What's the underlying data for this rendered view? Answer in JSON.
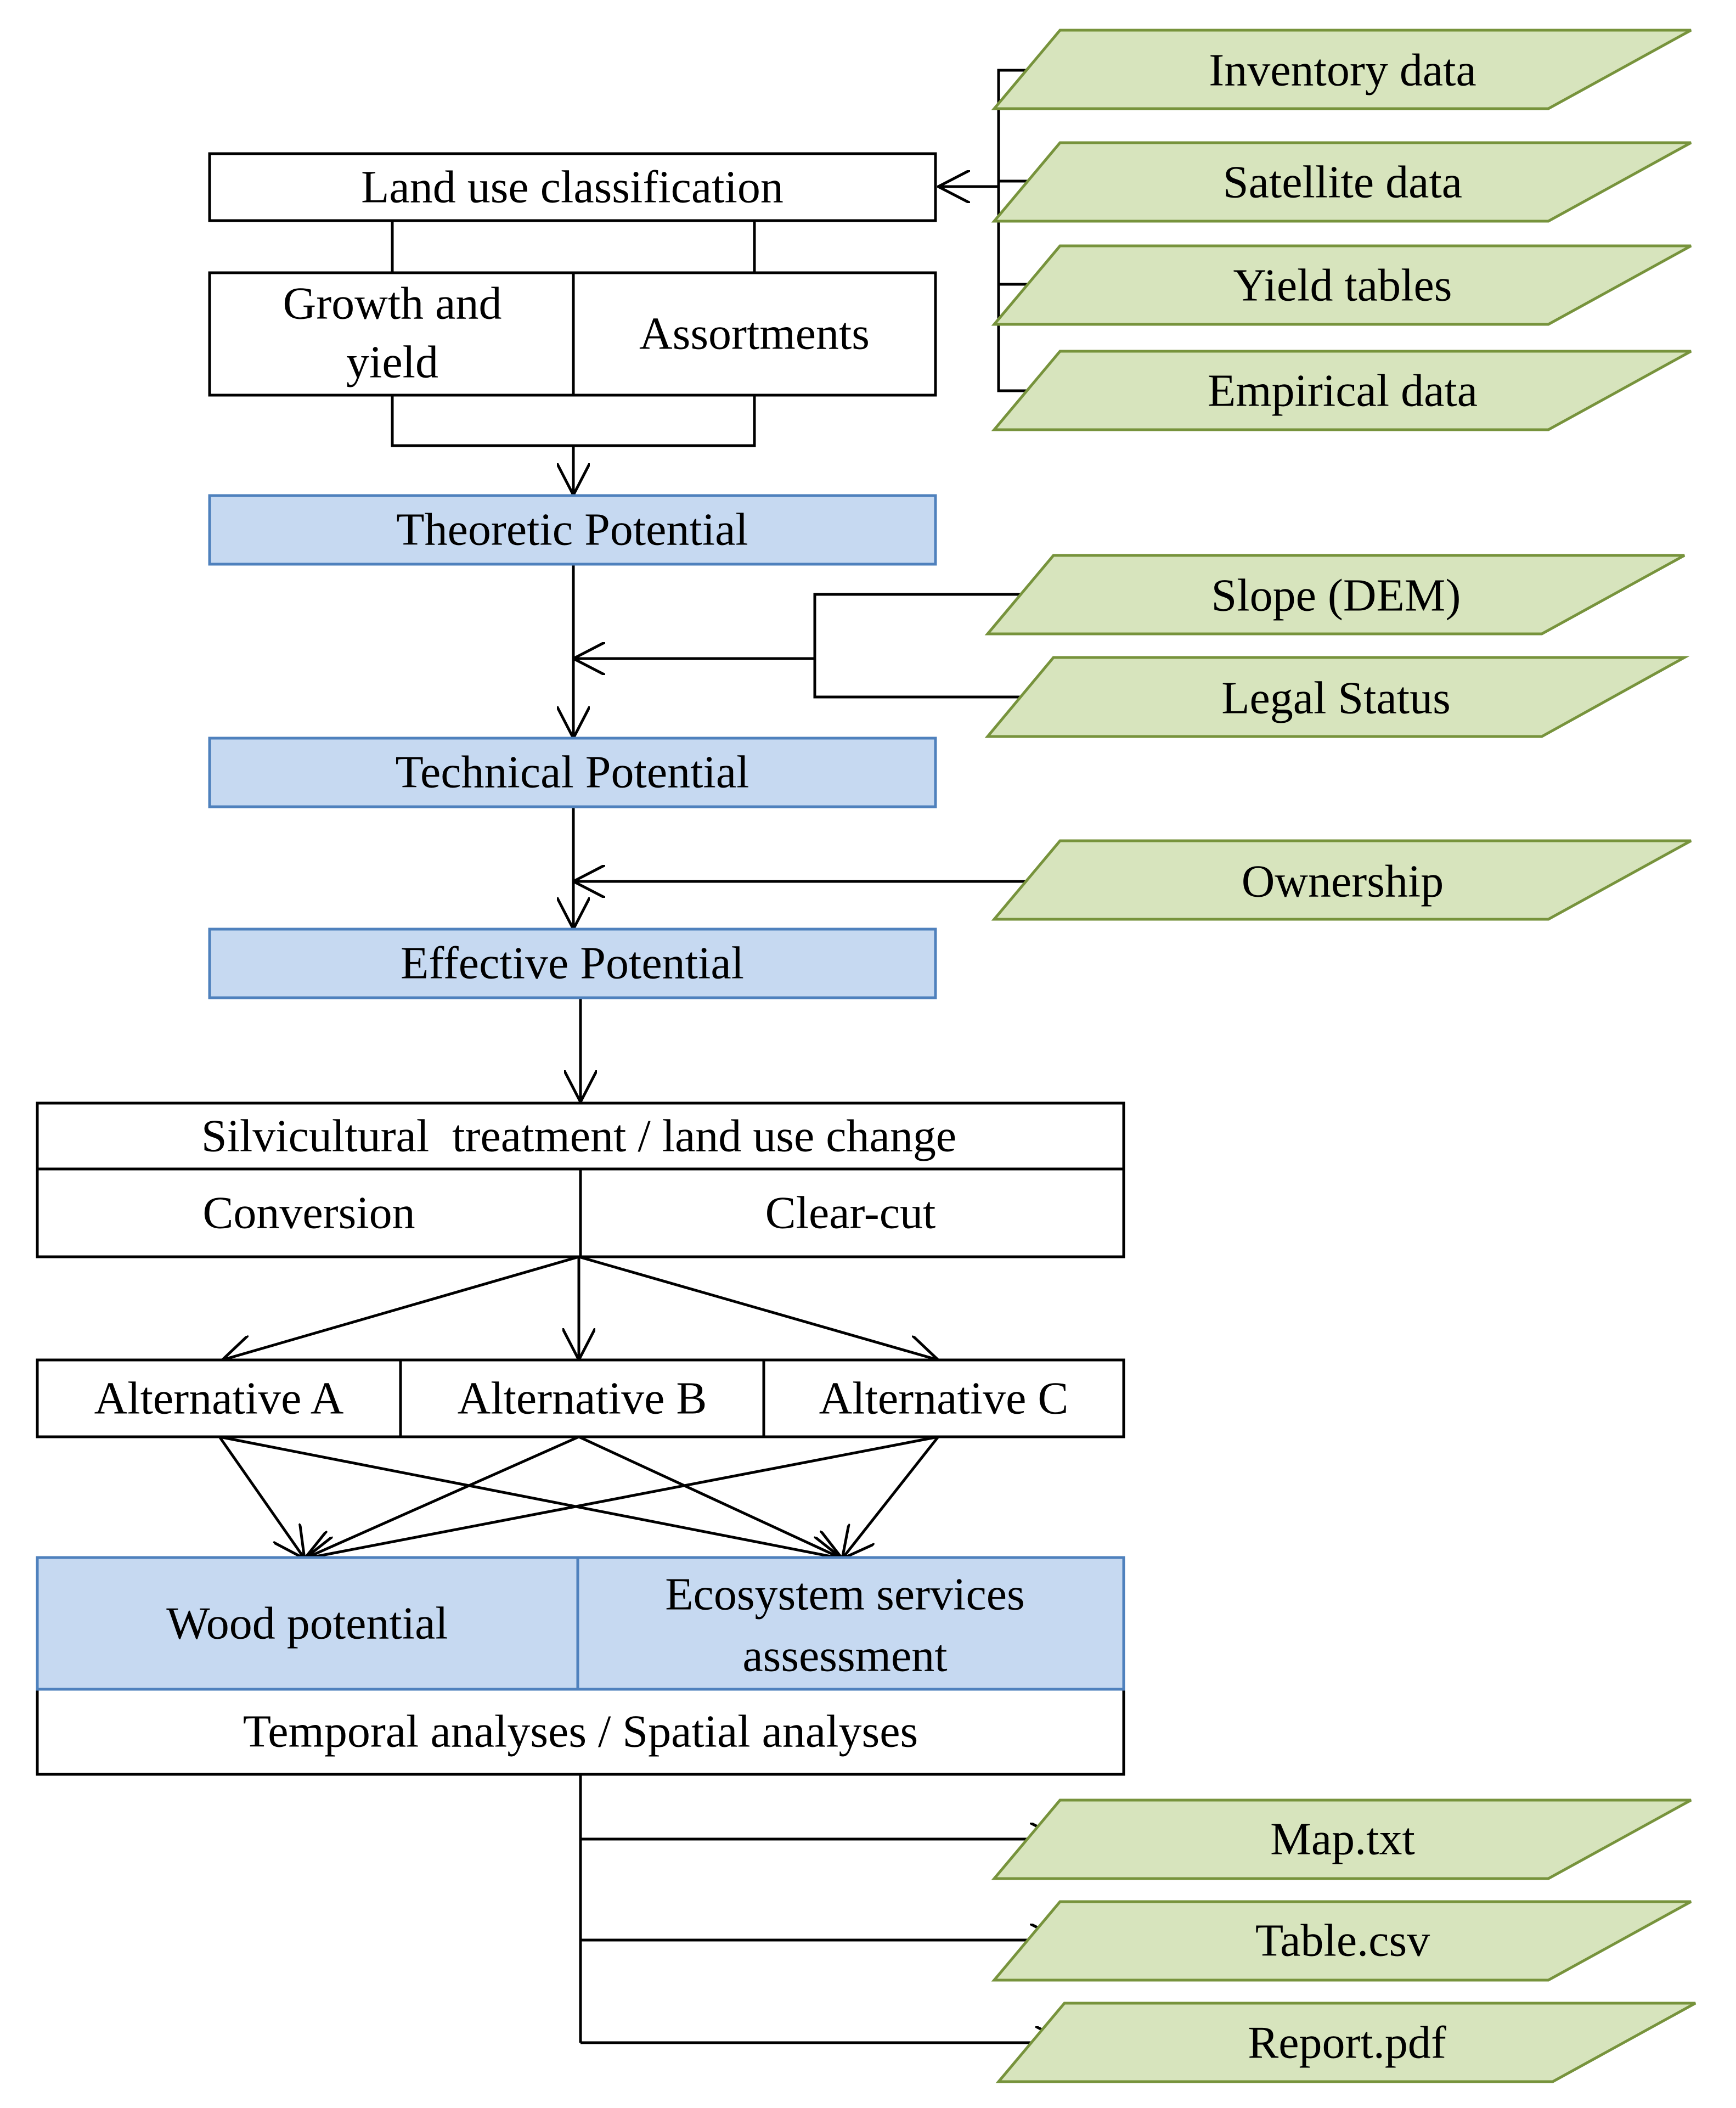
{
  "inputs": {
    "inventory": "Inventory data",
    "satellite": "Satellite data",
    "yield_tables": "Yield tables",
    "empirical": "Empirical data",
    "slope": "Slope (DEM)",
    "legal": "Legal Status",
    "ownership": "Ownership"
  },
  "boxes": {
    "land_use": "Land use classification",
    "growth_line1": "Growth and",
    "growth_line2": "yield",
    "assortments": "Assortments",
    "theoretic": "Theoretic Potential",
    "technical": "Technical Potential",
    "effective": "Effective Potential",
    "silvicultural": "Silvicultural  treatment / land use change",
    "conversion": "Conversion",
    "clearcut": "Clear-cut",
    "alt_a": "Alternative A",
    "alt_b": "Alternative B",
    "alt_c": "Alternative C",
    "wood": "Wood potential",
    "eco_line1": "Ecosystem services",
    "eco_line2": "assessment",
    "temporal": "Temporal analyses / Spatial analyses"
  },
  "outputs": {
    "map": "Map.txt",
    "table": "Table.csv",
    "report": "Report.pdf"
  },
  "colors": {
    "data_fill": "#d7e4bd",
    "data_stroke": "#77933c",
    "potential_fill": "#c6d9f1",
    "potential_stroke": "#4f81bd",
    "box_stroke": "#000000"
  }
}
